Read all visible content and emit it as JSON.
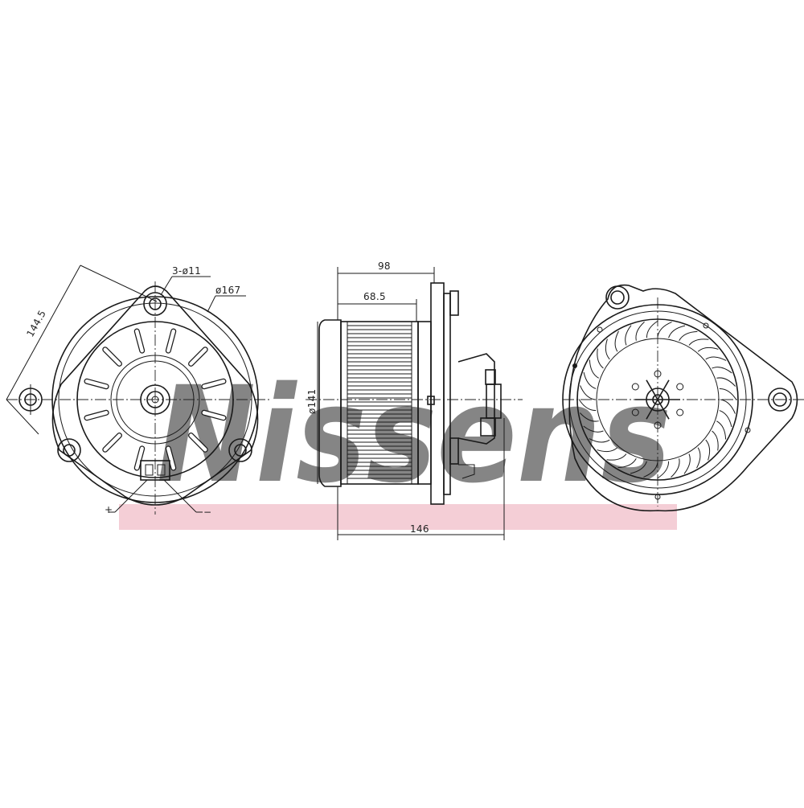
{
  "watermark": {
    "brand": "Nissens",
    "text_color": "#a8b8d8",
    "band_color": "#f2c6cf"
  },
  "dimensions": {
    "mount_holes": "3-ø11",
    "pcd": "ø167",
    "hole_spacing": "144.5",
    "overall_depth": "98",
    "wheel_depth": "68.5",
    "wheel_diameter": "ø141",
    "overall_length": "146"
  },
  "terminals": {
    "positive": "+",
    "negative": "−"
  }
}
